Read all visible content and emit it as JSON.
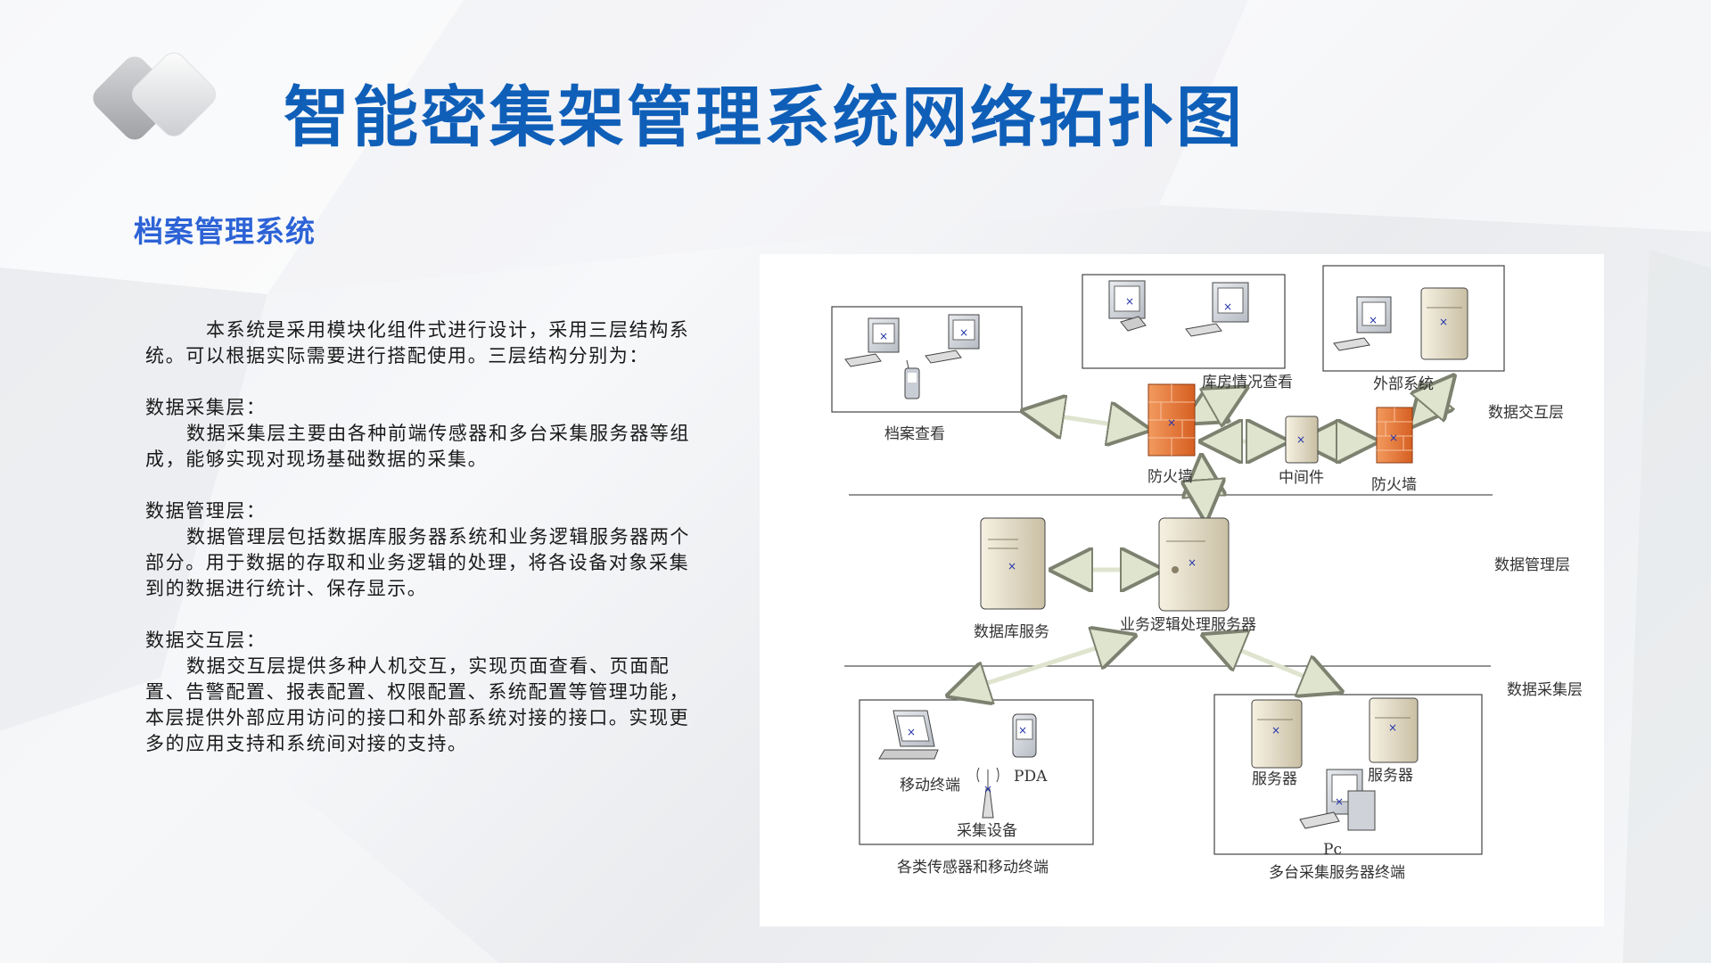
{
  "header": {
    "title": "智能密集架管理系统网络拓扑图",
    "subtitle": "档案管理系统"
  },
  "description": {
    "intro": "本系统是采用模块化组件式进行设计，采用三层结构系统。可以根据实际需要进行搭配使用。三层结构分别为：",
    "collect_heading": "数据采集层：",
    "collect_body": "数据采集层主要由各种前端传感器和多台采集服务器等组成，能够实现对现场基础数据的采集。",
    "manage_heading": "数据管理层：",
    "manage_body": "数据管理层包括数据库服务器系统和业务逻辑服务器两个部分。用于数据的存取和业务逻辑的处理，将各设备对象采集到的数据进行统计、保存显示。",
    "interact_heading": "数据交互层：",
    "interact_body": "数据交互层提供多种人机交互，实现页面查看、页面配置、告警配置、报表配置、权限配置、系统配置等管理功能，本层提供外部应用访问的接口和外部系统对接的接口。实现更多的应用支持和系统间对接的支持。"
  },
  "diagram": {
    "layers": {
      "interaction": "数据交互层",
      "management": "数据管理层",
      "collection": "数据采集层"
    },
    "nodes": {
      "archive_view": "档案查看",
      "warehouse_view": "库房情况查看",
      "external_system": "外部系统",
      "firewall_left": "防火墙",
      "middleware": "中间件",
      "firewall_right": "防火墙",
      "database_service": "数据库服务",
      "business_server": "业务逻辑处理服务器",
      "mobile_terminal": "移动终端",
      "pda": "PDA",
      "collector_device": "采集设备",
      "sensors_group": "各类传感器和移动终端",
      "server_a": "服务器",
      "server_b": "服务器",
      "pc": "Pc",
      "servers_group": "多台采集服务器终端"
    }
  },
  "colors": {
    "title": "#0f5fb8",
    "subtitle": "#2d63d6",
    "firewall": "#e8743a",
    "arrow": "#dfe4cf"
  }
}
